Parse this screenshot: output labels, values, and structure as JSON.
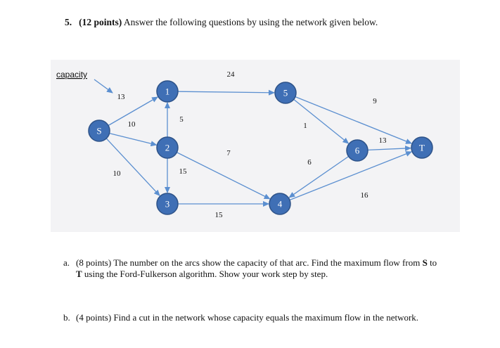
{
  "problem": {
    "number": "5.",
    "points": "(12 points)",
    "prompt": "Answer the following questions by using the network given below."
  },
  "network": {
    "annotation": "capacity",
    "nodes": [
      {
        "id": "S",
        "label": "S"
      },
      {
        "id": "1",
        "label": "1"
      },
      {
        "id": "2",
        "label": "2"
      },
      {
        "id": "3",
        "label": "3"
      },
      {
        "id": "4",
        "label": "4"
      },
      {
        "id": "5",
        "label": "5"
      },
      {
        "id": "6",
        "label": "6"
      },
      {
        "id": "T",
        "label": "T"
      }
    ],
    "arcs": [
      {
        "from": "S",
        "to": "1",
        "capacity": "13"
      },
      {
        "from": "S",
        "to": "2",
        "capacity": "10"
      },
      {
        "from": "S",
        "to": "3",
        "capacity": "10"
      },
      {
        "from": "2",
        "to": "1",
        "capacity": "5"
      },
      {
        "from": "2",
        "to": "3",
        "capacity": "15"
      },
      {
        "from": "1",
        "to": "5",
        "capacity": "24"
      },
      {
        "from": "2",
        "to": "4",
        "capacity": "7"
      },
      {
        "from": "3",
        "to": "4",
        "capacity": "15"
      },
      {
        "from": "5",
        "to": "6",
        "capacity": "1"
      },
      {
        "from": "5",
        "to": "T",
        "capacity": "9"
      },
      {
        "from": "6",
        "to": "4",
        "capacity": "6"
      },
      {
        "from": "6",
        "to": "T",
        "capacity": "13"
      },
      {
        "from": "4",
        "to": "T",
        "capacity": "16"
      }
    ],
    "colors": {
      "node_fill": "#3f6fb5",
      "node_stroke": "#2d5288",
      "arc": "#5b8fd0",
      "background": "#f3f3f5"
    }
  },
  "question_a": {
    "label": "a.",
    "points": "(8 points)",
    "text1": "The number on the arcs show the capacity of that arc. Find the maximum flow from",
    "S": "S",
    "to": "to",
    "T": "T",
    "text2": "using the Ford-Fulkerson algorithm. Show your work step by step."
  },
  "question_b": {
    "label": "b.",
    "points": "(4 points)",
    "text": "Find a cut in the network whose capacity equals the maximum flow in the network."
  }
}
